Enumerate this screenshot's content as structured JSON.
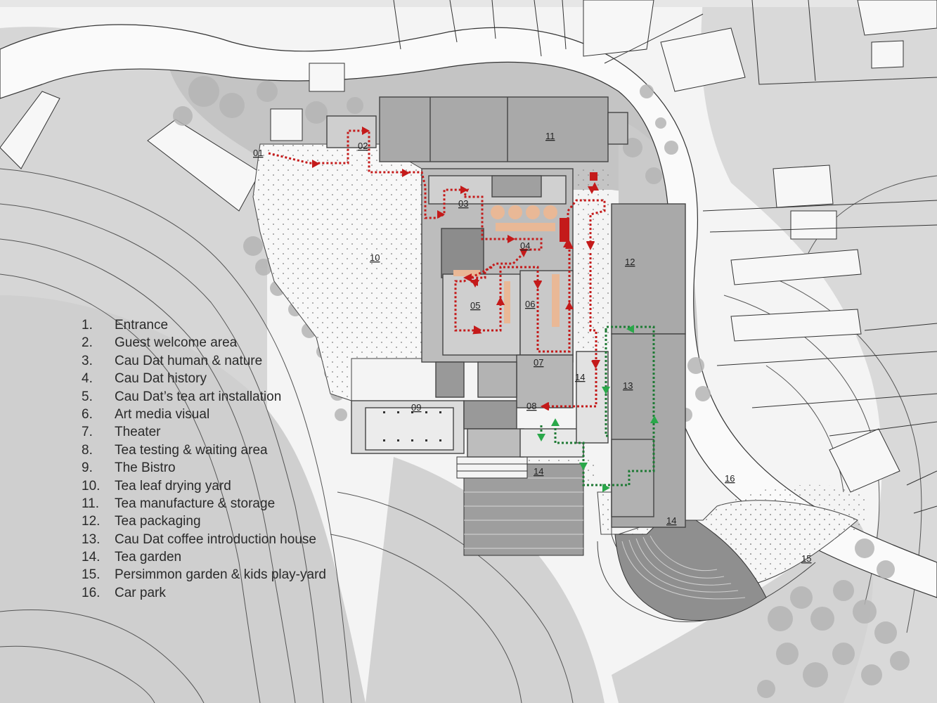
{
  "plan_labels": {
    "l01": "01",
    "l02": "02",
    "l03": "03",
    "l04": "04",
    "l05": "05",
    "l06": "06",
    "l07": "07",
    "l08": "08",
    "l09": "09",
    "l10": "10",
    "l11": "11",
    "l12": "12",
    "l13": "13",
    "l14a": "14",
    "l14b": "14",
    "l14c": "14",
    "l15": "15",
    "l16": "16"
  },
  "legend": [
    {
      "num": "1.",
      "text": "Entrance"
    },
    {
      "num": "2.",
      "text": "Guest welcome area"
    },
    {
      "num": "3.",
      "text": "Cau Dat human & nature"
    },
    {
      "num": "4.",
      "text": "Cau Dat history"
    },
    {
      "num": "5.",
      "text": "Cau Dat’s tea art installation"
    },
    {
      "num": "6.",
      "text": "Art media visual"
    },
    {
      "num": "7.",
      "text": "Theater"
    },
    {
      "num": "8.",
      "text": "Tea testing & waiting area"
    },
    {
      "num": "9.",
      "text": "The Bistro"
    },
    {
      "num": "10.",
      "text": "Tea leaf drying yard"
    },
    {
      "num": "11.",
      "text": "Tea manufacture & storage"
    },
    {
      "num": "12.",
      "text": "Tea packaging"
    },
    {
      "num": "13.",
      "text": "Cau Dat coffee introduction house"
    },
    {
      "num": "14.",
      "text": "Tea garden"
    },
    {
      "num": "15.",
      "text": "Persimmon garden &  kids play-yard"
    },
    {
      "num": "16.",
      "text": "Car park"
    }
  ],
  "colors": {
    "red_route": "#c41a1a",
    "green_route": "#2aa84a",
    "exhibit_tan": "#e9b896",
    "building_gray": "#a9a9a9"
  }
}
